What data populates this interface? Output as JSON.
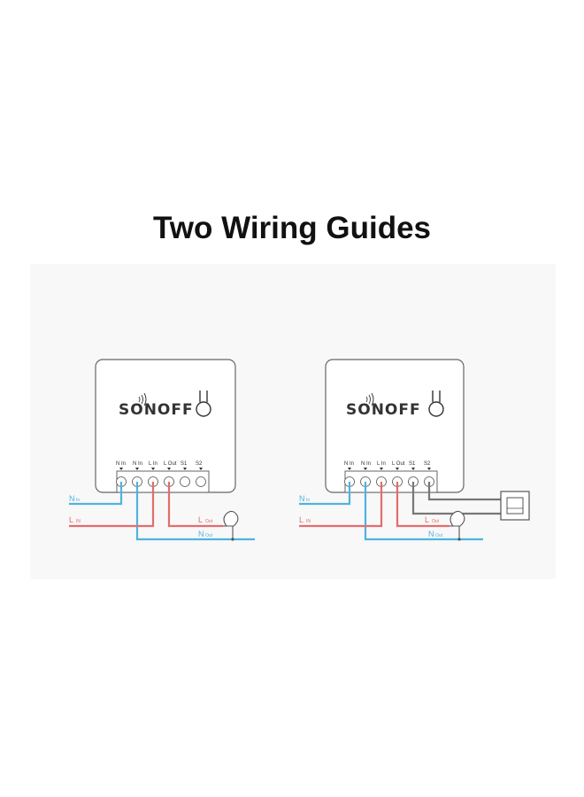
{
  "title": "Two Wiring Guides",
  "brand": "SONOFF",
  "colors": {
    "neutral_wire": "#4fb3df",
    "live_wire": "#e46c6c",
    "switch_wire": "#777777",
    "device_border": "#666666",
    "panel_bg": "#f8f8f8"
  },
  "terminals": [
    "N In",
    "N In",
    "L In",
    "L Out",
    "S1",
    "S2"
  ],
  "left_diagram": {
    "wires": {
      "n_in": "N",
      "n_in_sub": "In",
      "l_in": "L",
      "l_in_sub": "IN",
      "l_out": "L",
      "l_out_sub": "Out",
      "n_out": "N",
      "n_out_sub": "Out"
    }
  },
  "right_diagram": {
    "wires": {
      "n_in": "N",
      "n_in_sub": "In",
      "l_in": "L",
      "l_in_sub": "IN",
      "l_out": "L",
      "l_out_sub": "Out",
      "n_out": "N",
      "n_out_sub": "Out"
    }
  }
}
